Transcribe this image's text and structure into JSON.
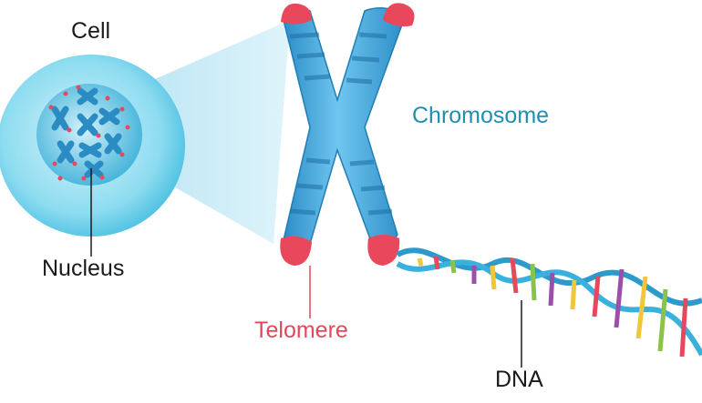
{
  "labels": {
    "cell": "Cell",
    "nucleus": "Nucleus",
    "chromosome": "Chromosome",
    "telomere": "Telomere",
    "dna": "DNA"
  },
  "colors": {
    "chromosome_blue": "#3aa7d9",
    "telomere_red": "#e8475c",
    "cell_cyan": "#58c9e8",
    "chromosome_label": "#1f8fb0",
    "telomere_label": "#e0495a"
  }
}
